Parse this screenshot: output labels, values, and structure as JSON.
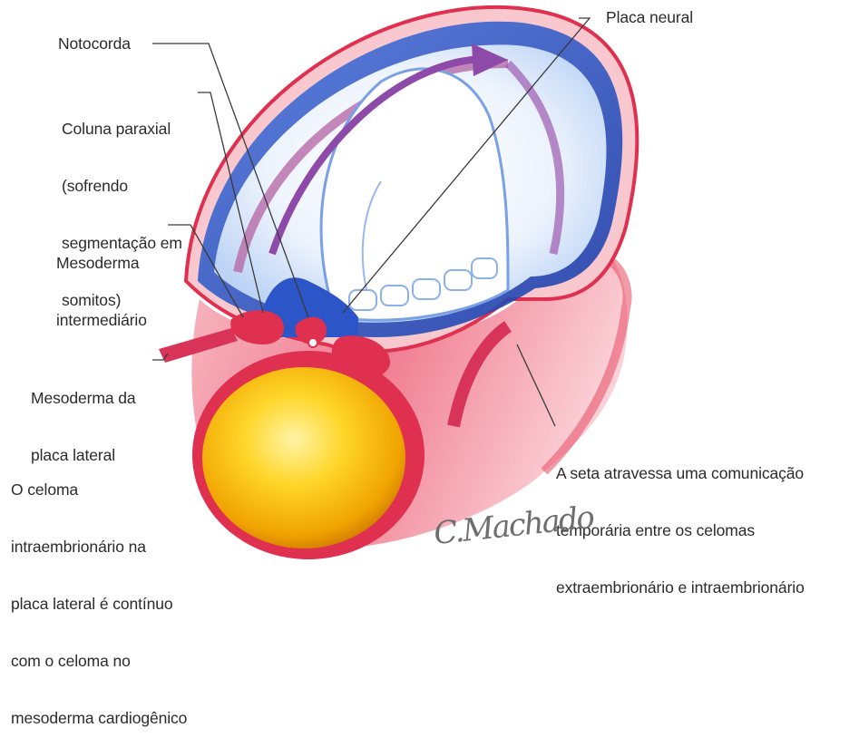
{
  "labels": {
    "notocorda": "Notocorda",
    "placa_neural": "Placa neural",
    "coluna_paraxial": [
      "Coluna paraxial",
      "(sofrendo",
      "segmentação em",
      "somitos)"
    ],
    "mesoderma_intermediario": [
      "Mesoderma",
      "intermediário"
    ],
    "mesoderma_placa_lateral": [
      "Mesoderma da",
      "placa lateral"
    ],
    "seta": [
      "A seta atravessa uma comunicação",
      "temporária entre os celomas",
      "extraembrionário e intraembrionário"
    ],
    "celoma": [
      "O celoma",
      "intraembrionário na",
      "placa lateral é contínuo",
      "com o celoma no",
      "mesoderma cardiogênico"
    ]
  },
  "signature": "C.Machado",
  "colors": {
    "ectoderm_blue": "#2c55c8",
    "ectoderm_light": "#d8e6fb",
    "mesoderm_red": "#e0304f",
    "mesoderm_pink": "#f7a7b1",
    "heart_yellow": "#f5b800",
    "heart_orange": "#e07a00"
  }
}
